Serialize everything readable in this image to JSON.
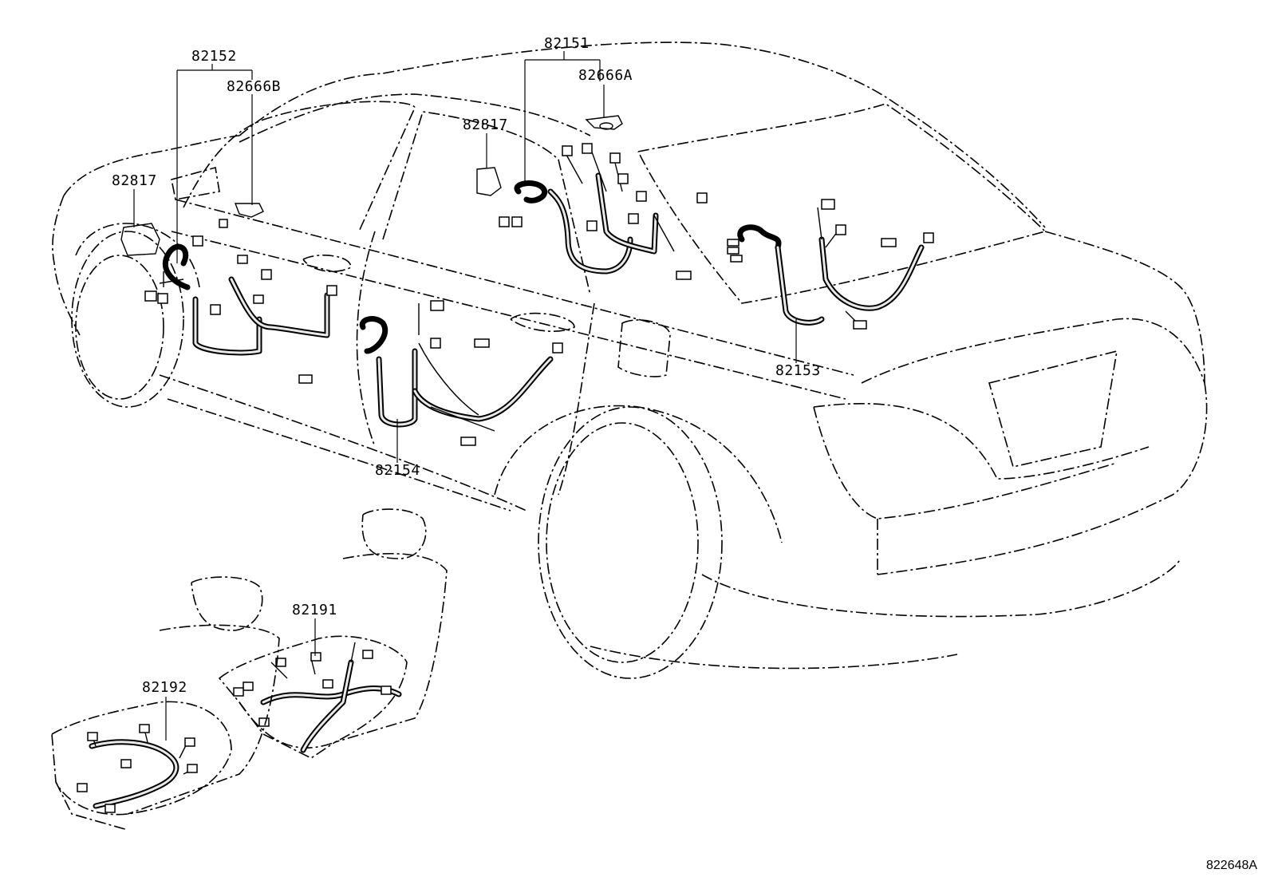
{
  "callouts": {
    "p82151": "82151",
    "p82152": "82152",
    "p82666A": "82666A",
    "p82666B": "82666B",
    "p82817_front": "82817",
    "p82817_center": "82817",
    "p82153": "82153",
    "p82154": "82154",
    "p82191": "82191",
    "p82192": "82192"
  },
  "figure_code": "822648A"
}
